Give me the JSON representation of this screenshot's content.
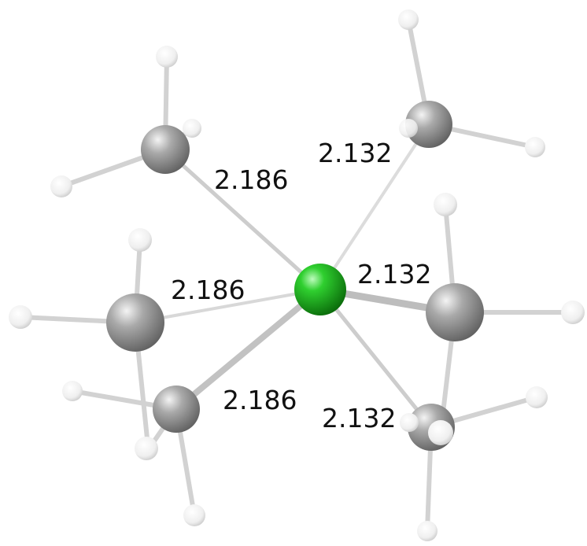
{
  "bond_labels": {
    "upper_left": "2.186",
    "middle_left": "2.186",
    "lower_left": "2.186",
    "upper_right": "2.132",
    "middle_right": "2.132",
    "lower_right": "2.132"
  },
  "colors": {
    "central_atom": "#1a9a1a",
    "carbon": "#8a8a8a",
    "hydrogen": "#f2f2f2",
    "bond": "#c8c8c8",
    "label_text": "#111111"
  }
}
